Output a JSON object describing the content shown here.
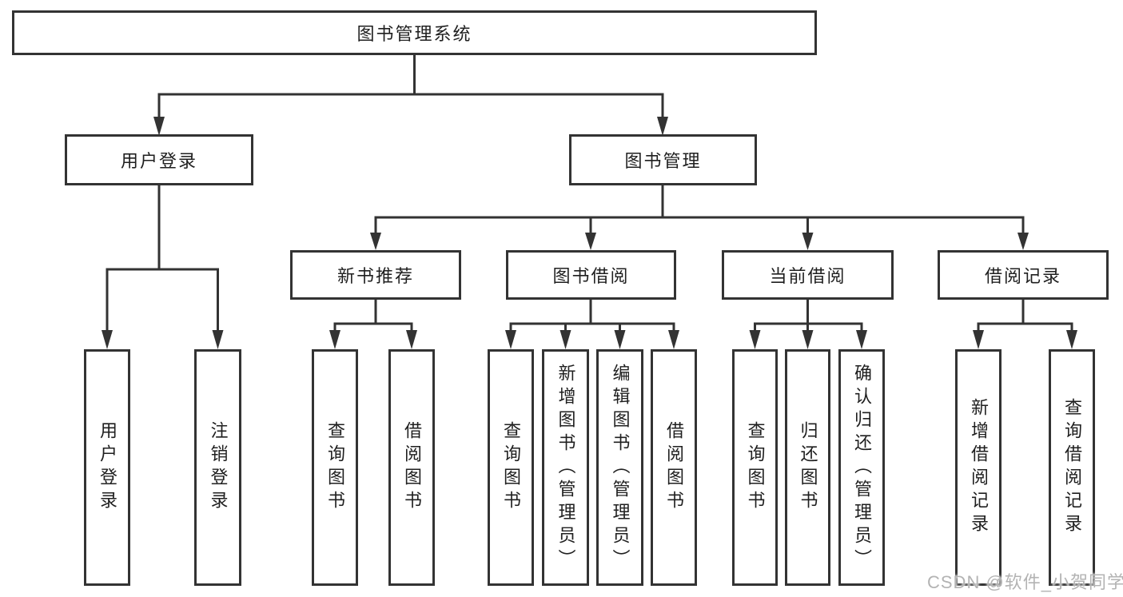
{
  "tree": {
    "root": {
      "label": "图书管理系统"
    },
    "branches": [
      {
        "label": "用户登录",
        "leaves": [
          {
            "label": "用户登录"
          },
          {
            "label": "注销登录"
          }
        ]
      },
      {
        "label": "图书管理",
        "groups": [
          {
            "label": "新书推荐",
            "leaves": [
              {
                "label": "查询图书"
              },
              {
                "label": "借阅图书"
              }
            ]
          },
          {
            "label": "图书借阅",
            "leaves": [
              {
                "label": "查询图书"
              },
              {
                "label": "新增图书（管理员）"
              },
              {
                "label": "编辑图书（管理员）"
              },
              {
                "label": "借阅图书"
              }
            ]
          },
          {
            "label": "当前借阅",
            "leaves": [
              {
                "label": "查询图书"
              },
              {
                "label": "归还图书"
              },
              {
                "label": "确认归还（管理员）"
              }
            ]
          },
          {
            "label": "借阅记录",
            "leaves": [
              {
                "label": "新增借阅记录"
              },
              {
                "label": "查询借阅记录"
              }
            ]
          }
        ]
      }
    ]
  },
  "watermark": {
    "text": "CSDN @软件_小贺同学"
  },
  "colors": {
    "line": "#333333",
    "box_background": "#ffffff",
    "text": "#1f1f1f",
    "watermark": "#b3b3b3"
  }
}
